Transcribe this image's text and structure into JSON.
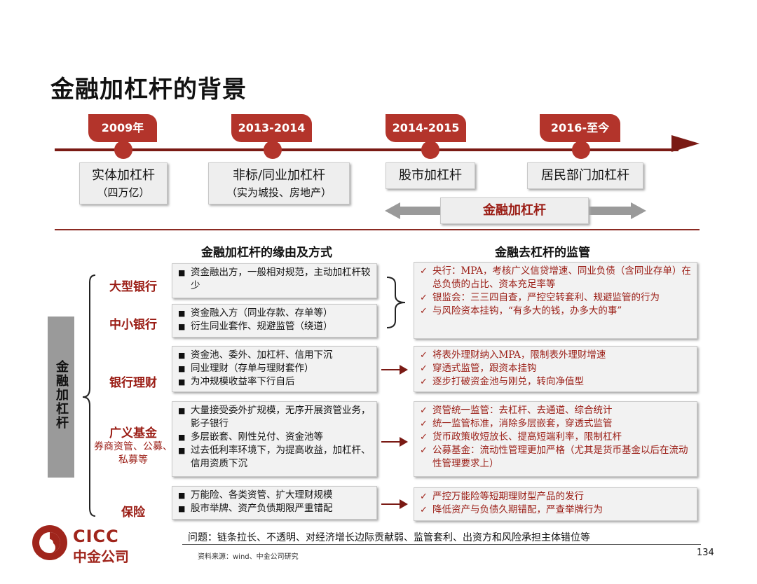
{
  "title": "金融加杠杆的背景",
  "timeline": [
    {
      "period": "2009年",
      "label": "实体加杠杆",
      "sub": "（四万亿）"
    },
    {
      "period": "2013-2014",
      "label": "非标/同业加杠杆",
      "sub": "（实为城投、房地产）"
    },
    {
      "period": "2014-2015",
      "label": "股市加杠杆",
      "sub": ""
    },
    {
      "period": "2016-至今",
      "label": "居民部门加杠杆",
      "sub": ""
    }
  ],
  "span_label": "金融加杠杆",
  "col_left_head": "金融加杠杆的缘由及方式",
  "col_right_head": "金融去杠杆的监管",
  "side_label": "金融加杠杆",
  "categories": [
    {
      "name": "大型银行",
      "sub": ""
    },
    {
      "name": "中小银行",
      "sub": ""
    },
    {
      "name": "银行理财",
      "sub": ""
    },
    {
      "name": "广义基金",
      "sub": "券商资管、公募、私募等"
    },
    {
      "name": "保险",
      "sub": ""
    }
  ],
  "left_boxes": [
    [
      "资金融出方，一般相对规范，主动加杠杆较少"
    ],
    [
      "资金融入方（同业存款、存单等）",
      "衍生同业套作、规避监管（绕道）"
    ],
    [
      "资金池、委外、加杠杆、信用下沉",
      "同业理财（存单与理财套作）",
      "为冲规模收益率下行自后"
    ],
    [
      "大量接受委外扩规模，无序开展资管业务，影子银行",
      "多层嵌套、刚性兑付、资金池等",
      "过去低利率环境下，为提高收益，加杠杆、信用资质下沉"
    ],
    [
      "万能险、各类资管、扩大理财规模",
      "股市举牌、资产负债期限严重错配"
    ]
  ],
  "right_boxes": [
    [
      "央行：MPA，考核广义信贷增速、同业负债（含同业存单）在总负债的占比、资本充足率等",
      "银监会：三三四自查，严控空转套利、规避监管的行为",
      "与风险资本挂钩，“有多大的钱，办多大的事”"
    ],
    [
      "将表外理财纳入MPA，限制表外理财增速",
      "穿透式监管，跟资本挂钩",
      "逐步打破资金池与刚兑，转向净值型"
    ],
    [
      "资管统一监管：去杠杆、去通道、综合统计",
      "统一监管标准，消除多层嵌套，穿透式监管",
      "货币政策收短放长、提高短端利率，限制杠杆",
      "公募基金：流动性管理更加严格（尤其是货币基金以后在流动性管理要求上）"
    ],
    [
      "严控万能险等短期理财型产品的发行",
      "降低资产与负债久期错配，严查举牌行为"
    ]
  ],
  "problem": "问题：链条拉长、不透明、对经济增长边际贡献弱、监管套利、出资方和风险承担主体错位等",
  "source": "资料来源：wind、中金公司研究",
  "page_number": "134",
  "logo": {
    "en": "CICC",
    "cn": "中金公司"
  },
  "colors": {
    "accent": "#b3342b",
    "dark_red": "#7a1a14",
    "gray": "#9a9a9a"
  }
}
